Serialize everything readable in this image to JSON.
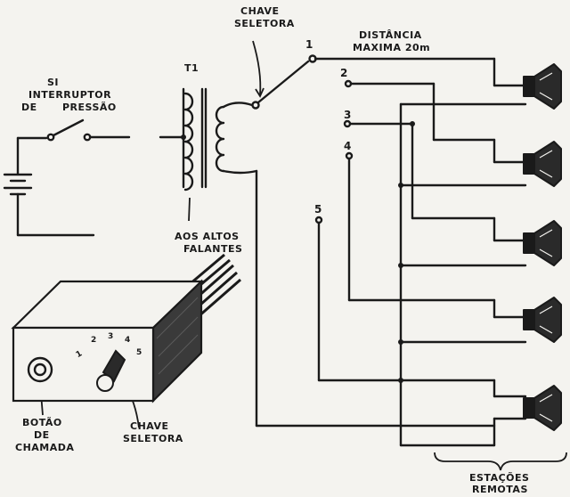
{
  "labels": {
    "s1": "SI",
    "interruptor": "INTERRUPTOR",
    "de": "DE",
    "pressao": "PRESSÃO",
    "t1": "T1",
    "chave": "CHAVE",
    "seletora": "SELETORA",
    "distancia": "DISTÂNCIA",
    "maxima": "MAXIMA   20m",
    "aos_altos": "AOS  ALTOS",
    "falantes": "FALANTES",
    "botao": "BOTÃO",
    "botao_de": "DE",
    "chamada": "CHAMADA",
    "chave2": "CHAVE",
    "seletora2": "SELETORA",
    "estacoes": "ESTAÇÕES",
    "remotas": "REMOTAS"
  },
  "positions": [
    "1",
    "2",
    "3",
    "4",
    "5"
  ],
  "dial_numbers": [
    "1",
    "2",
    "3",
    "4",
    "5"
  ],
  "colors": {
    "ink": "#1a1a1a",
    "paper": "#f4f3ef"
  },
  "speakers": [
    "speaker-1",
    "speaker-2",
    "speaker-3",
    "speaker-4",
    "speaker-5"
  ]
}
